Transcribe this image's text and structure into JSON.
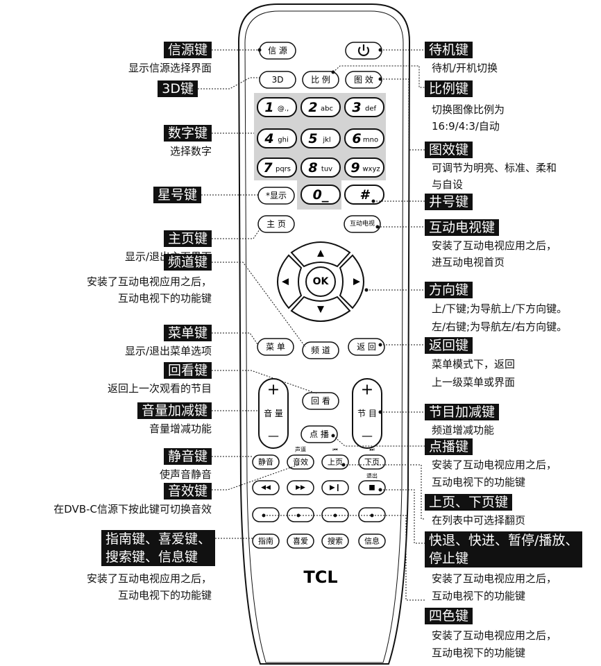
{
  "remote": {
    "buttons": {
      "source": "信 源",
      "three_d": "3D",
      "ratio": "比 例",
      "picture": "图 效",
      "num1": "1",
      "num1_sub": "@.,",
      "num2": "2",
      "num2_sub": "abc",
      "num3": "3",
      "num3_sub": "def",
      "num4": "4",
      "num4_sub": "ghi",
      "num5": "5",
      "num5_sub": "jkl",
      "num6": "6",
      "num6_sub": "mno",
      "num7": "7",
      "num7_sub": "pqrs",
      "num8": "8",
      "num8_sub": "tuv",
      "num9": "9",
      "num9_sub": "wxyz",
      "star": "*显示",
      "num0": "0_",
      "hash": "#",
      "home": "主 页",
      "itv": "互动电视",
      "up": "▲",
      "down": "▼",
      "left": "◀",
      "right": "▶",
      "ok": "OK",
      "menu": "菜 单",
      "channel": "频 道",
      "back": "返 回",
      "replay": "回 看",
      "vol_plus": "+",
      "vol_label": "音 量",
      "vol_minus": "—",
      "prog_plus": "+",
      "prog_label": "节 目",
      "prog_minus": "—",
      "vod": "点 播",
      "mute": "静音",
      "sound": "音效",
      "sound_top": "声道",
      "pgup": "上页",
      "pgup_top": "⏮",
      "pgdn": "下页",
      "pgdn_top": "⏭",
      "stop_top": "退出",
      "rew": "◀◀",
      "ff": "▶▶",
      "play": "▶❙",
      "stop": "■",
      "guide": "指南",
      "fav": "喜爱",
      "search": "搜索",
      "info": "信息"
    },
    "brand": "TCL"
  },
  "labels": {
    "source": "信源键",
    "source_desc": "显示信源选择界面",
    "three_d": "3D键",
    "digits": "数字键",
    "digits_desc": "选择数字",
    "star": "星号键",
    "home": "主页键",
    "home_desc": "显示/退出主页界面",
    "channel": "频道键",
    "channel_desc": "安装了互动电视应用之后，\n互动电视下的功能键",
    "menu": "菜单键",
    "menu_desc": "显示/退出菜单选项",
    "replay": "回看键",
    "replay_desc": "返回上一次观看的节目",
    "volume": "音量加减键",
    "volume_desc": "音量增减功能",
    "mute": "静音键",
    "mute_desc": "使声音静音",
    "sound": "音效键",
    "sound_desc": "在DVB-C信源下按此键可切换音效",
    "guide": "指南键、喜爱键、\n搜索键、信息键",
    "guide_desc": "安装了互动电视应用之后，\n互动电视下的功能键",
    "power": "待机键",
    "power_desc": "待机/开机切换",
    "ratio": "比例键",
    "ratio_desc": "切换图像比例为\n16:9/4:3/自动",
    "picture": "图效键",
    "picture_desc": "可调节为明亮、标准、柔和\n与自设",
    "hash": "井号键",
    "itv": "互动电视键",
    "itv_desc": "安装了互动电视应用之后，\n进互动电视首页",
    "direction": "方向键",
    "direction_desc": "上/下键;为导航上/下方向键。\n左/右键;为导航左/右方向键。",
    "back": "返回键",
    "back_desc": "菜单模式下，返回\n上一级菜单或界面",
    "program": "节目加减键",
    "program_desc": "频道增减功能",
    "vod": "点播键",
    "vod_desc": "安装了互动电视应用之后，\n互动电视下的功能键",
    "page": "上页、下页键",
    "page_desc": "在列表中可选择翻页",
    "playback": "快退、快进、暂停/播放、\n停止键",
    "playback_desc": "安装了互动电视应用之后，\n互动电视下的功能键",
    "color": "四色键",
    "color_desc": "安装了互动电视应用之后，\n互动电视下的功能键"
  }
}
